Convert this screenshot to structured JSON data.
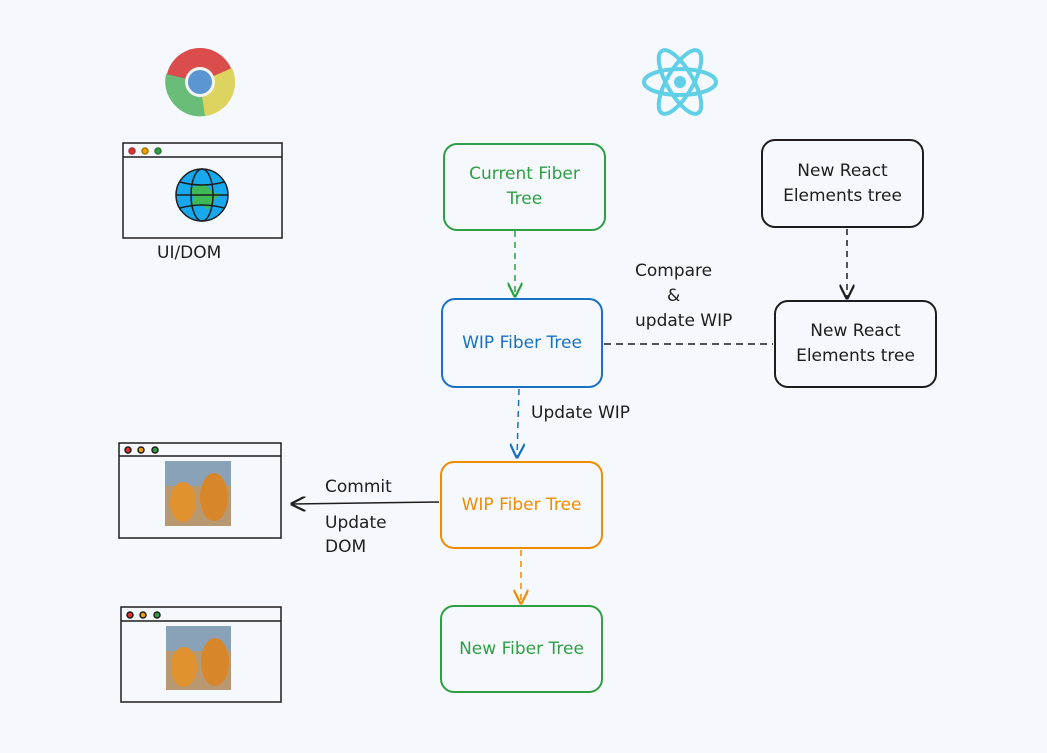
{
  "colors": {
    "green": "#2f9e44",
    "blue": "#1971c2",
    "orange": "#f08c00",
    "black": "#1e1e1e",
    "react": "#61dafb"
  },
  "icons": {
    "browser_logo": "chrome-icon",
    "framework_logo": "react-icon",
    "globe": "globe-icon",
    "cat_photo": "cat-photo"
  },
  "browser": {
    "label": "UI/DOM"
  },
  "nodes": {
    "current_fiber": "Current Fiber Tree",
    "new_elements_top": "New React Elements tree",
    "wip_blue": "WIP Fiber Tree",
    "new_elements_right": "New React Elements tree",
    "wip_orange": "WIP Fiber Tree",
    "new_fiber": "New Fiber Tree"
  },
  "edges": {
    "compare_line1": "Compare",
    "compare_line2": "&",
    "compare_line3": "update WIP",
    "update_wip": "Update WIP",
    "commit": "Commit",
    "update_dom_line1": "Update",
    "update_dom_line2": "DOM"
  }
}
